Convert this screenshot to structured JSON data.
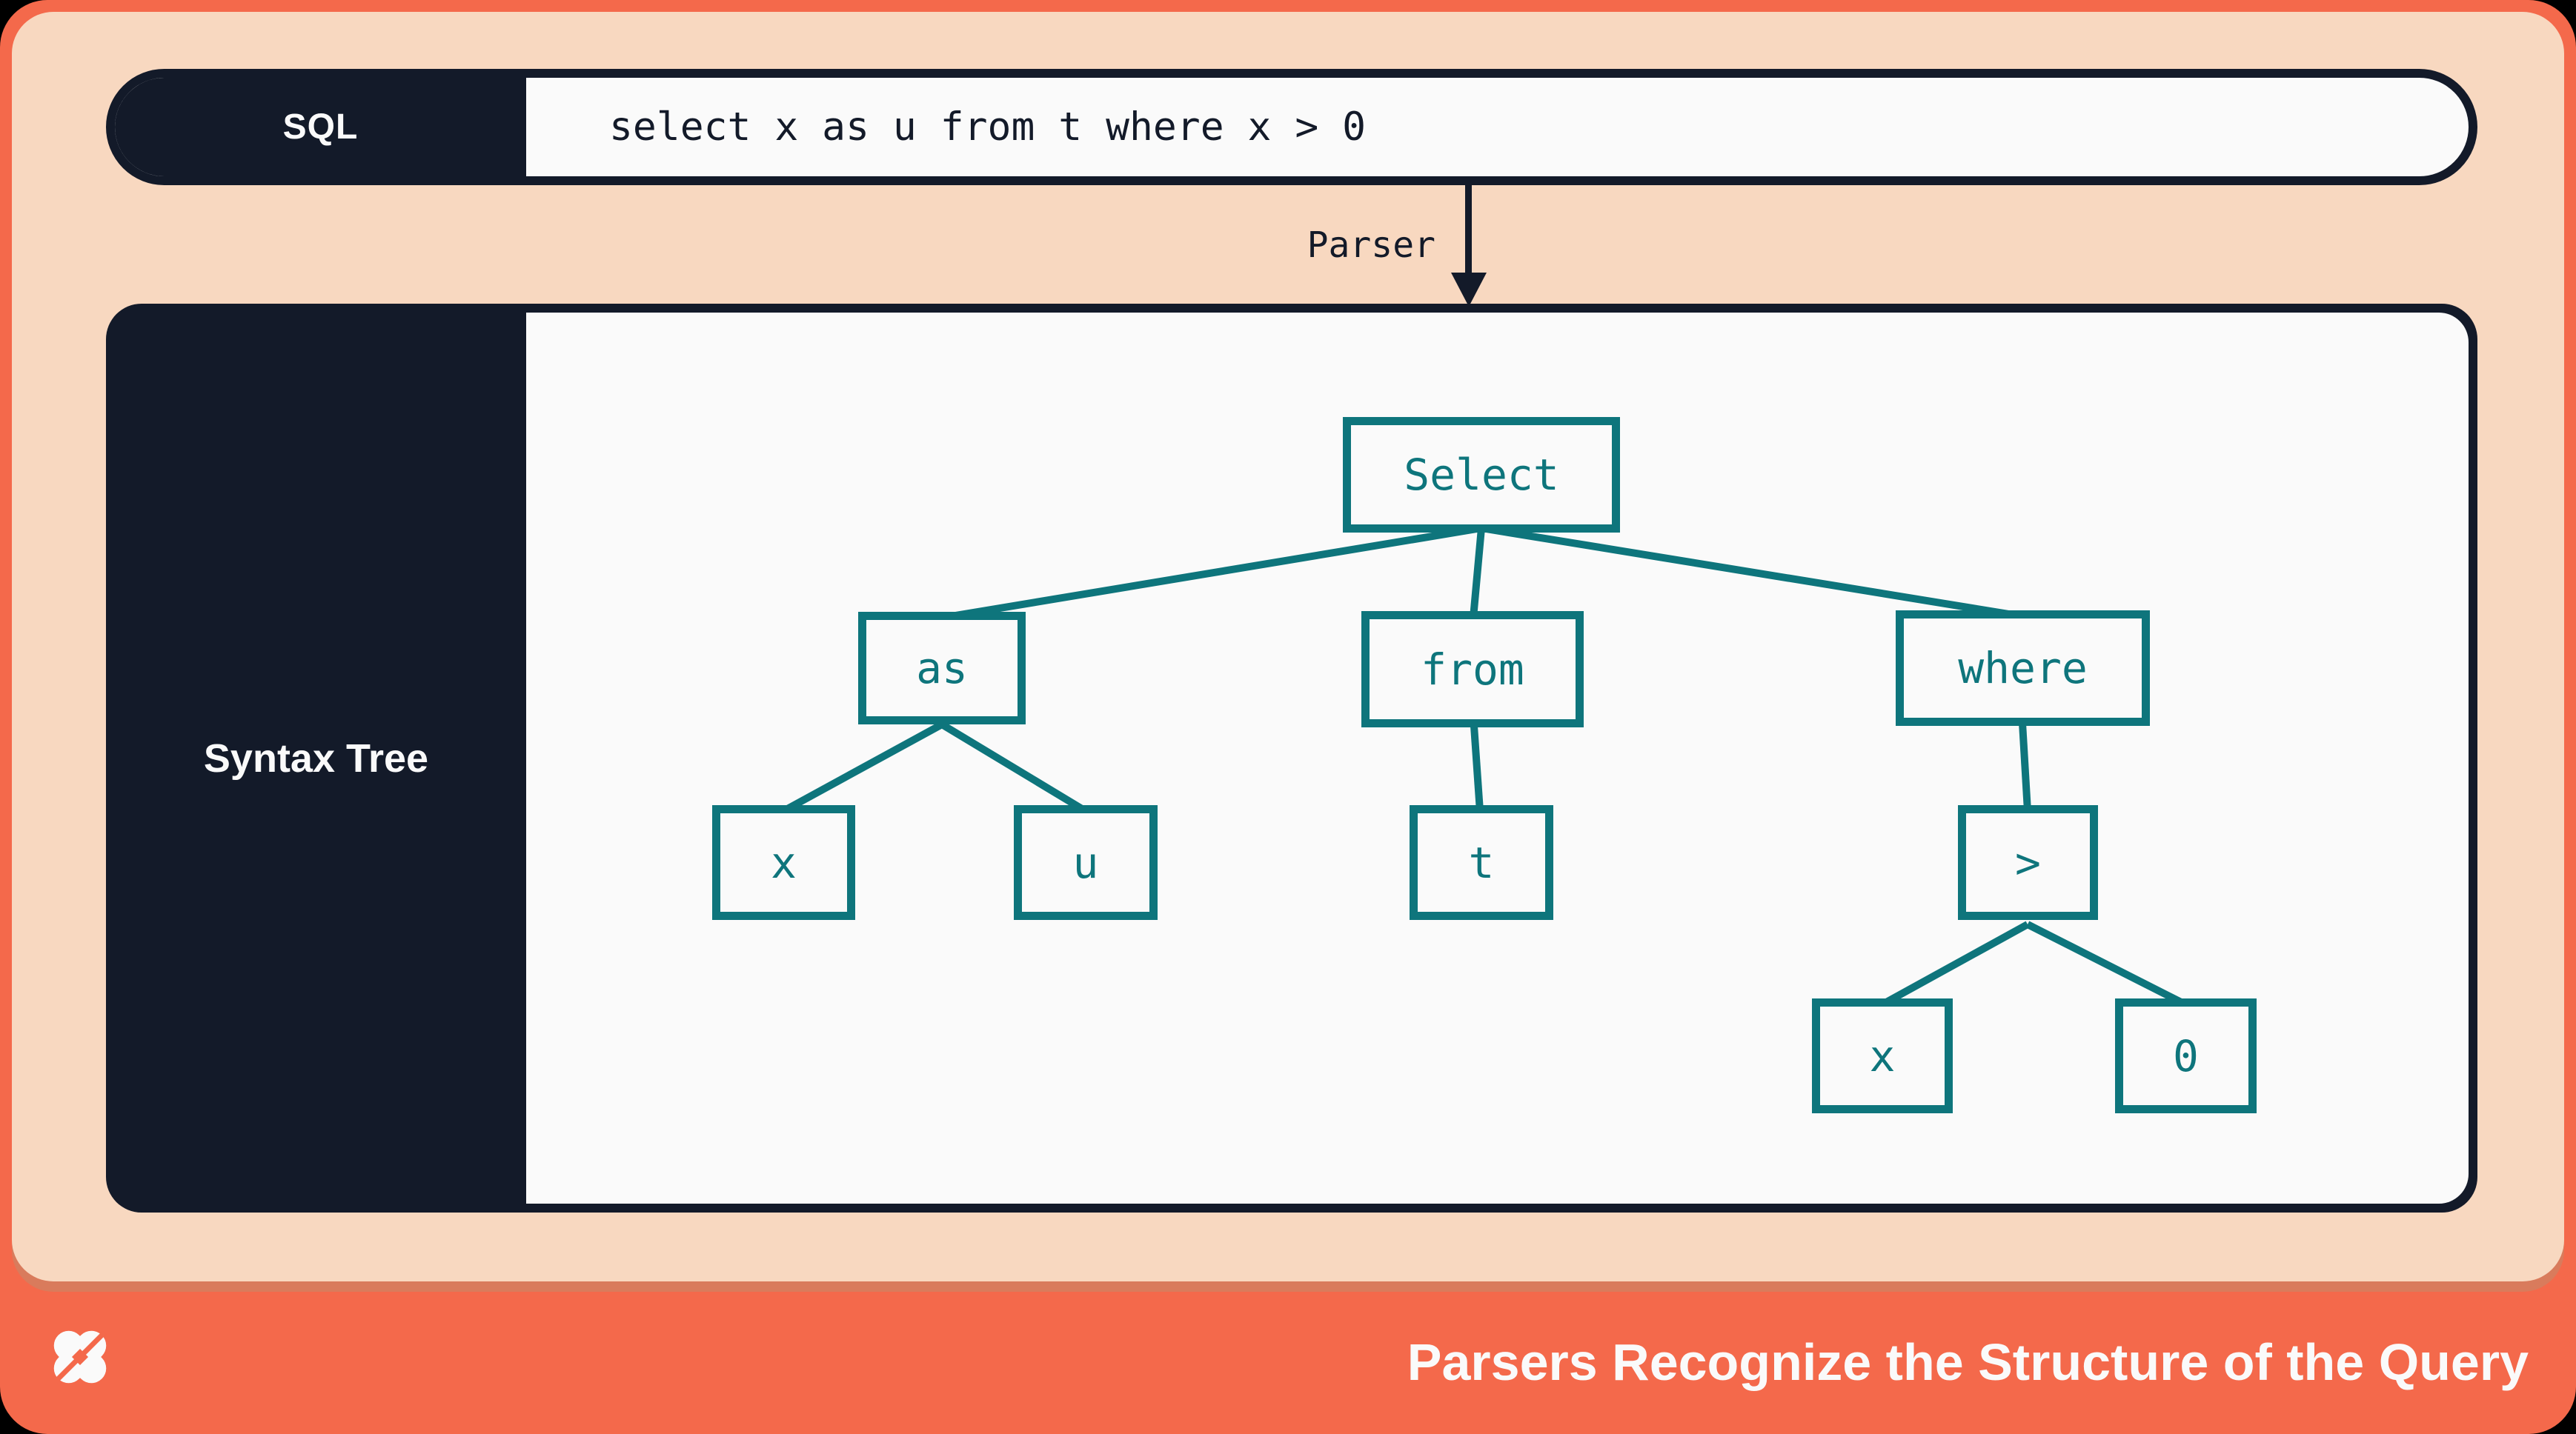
{
  "colors": {
    "background": "#000000",
    "accent_orange": "#f4694b",
    "panel_peach": "#f8d8c0",
    "ink_navy": "#131a29",
    "node_teal": "#0e757c",
    "surface_white": "#fafafa",
    "seam_shadow": "#d97b5c"
  },
  "sql_bar": {
    "label": "SQL",
    "query": "select x as u from t where x > 0"
  },
  "parser": {
    "label": "Parser",
    "arrow_icon": "down-arrow"
  },
  "tree_panel": {
    "label": "Syntax Tree"
  },
  "tree": {
    "nodes": [
      {
        "id": "select",
        "label": "Select",
        "parent": null
      },
      {
        "id": "as",
        "label": "as",
        "parent": "select"
      },
      {
        "id": "from",
        "label": "from",
        "parent": "select"
      },
      {
        "id": "where",
        "label": "where",
        "parent": "select"
      },
      {
        "id": "x1",
        "label": "x",
        "parent": "as"
      },
      {
        "id": "u",
        "label": "u",
        "parent": "as"
      },
      {
        "id": "t",
        "label": "t",
        "parent": "from"
      },
      {
        "id": "gt",
        "label": ">",
        "parent": "where"
      },
      {
        "id": "x2",
        "label": "x",
        "parent": "gt"
      },
      {
        "id": "zero",
        "label": "0",
        "parent": "gt"
      }
    ]
  },
  "footer": {
    "logo": "dbt-logo",
    "title": "Parsers Recognize the Structure of the Query"
  }
}
